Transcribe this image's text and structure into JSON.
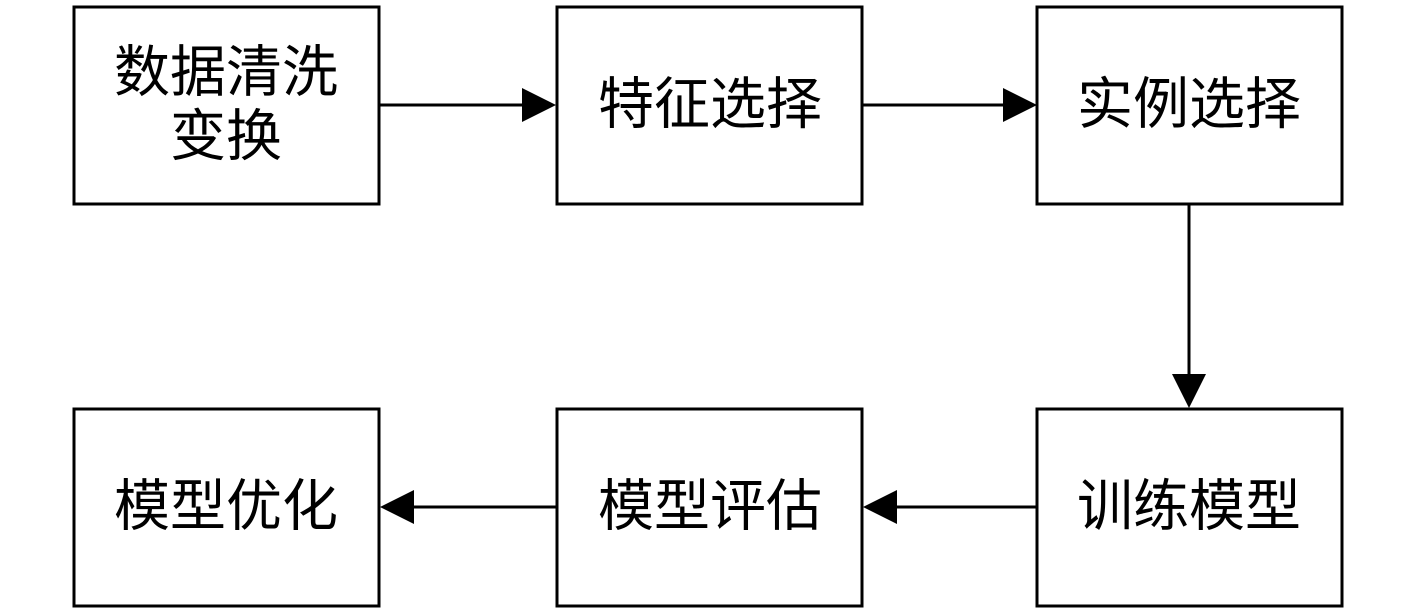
{
  "diagram": {
    "nodes": [
      {
        "id": "clean",
        "lines": [
          "数据清洗",
          "变换"
        ]
      },
      {
        "id": "feature",
        "lines": [
          "特征选择"
        ]
      },
      {
        "id": "instance",
        "lines": [
          "实例选择"
        ]
      },
      {
        "id": "train",
        "lines": [
          "训练模型"
        ]
      },
      {
        "id": "evaluate",
        "lines": [
          "模型评估"
        ]
      },
      {
        "id": "optimize",
        "lines": [
          "模型优化"
        ]
      }
    ],
    "edges": [
      {
        "from": "clean",
        "to": "feature"
      },
      {
        "from": "feature",
        "to": "instance"
      },
      {
        "from": "instance",
        "to": "train"
      },
      {
        "from": "train",
        "to": "evaluate"
      },
      {
        "from": "evaluate",
        "to": "optimize"
      }
    ],
    "colors": {
      "stroke": "#000000",
      "background": "#ffffff",
      "text": "#000000"
    }
  }
}
